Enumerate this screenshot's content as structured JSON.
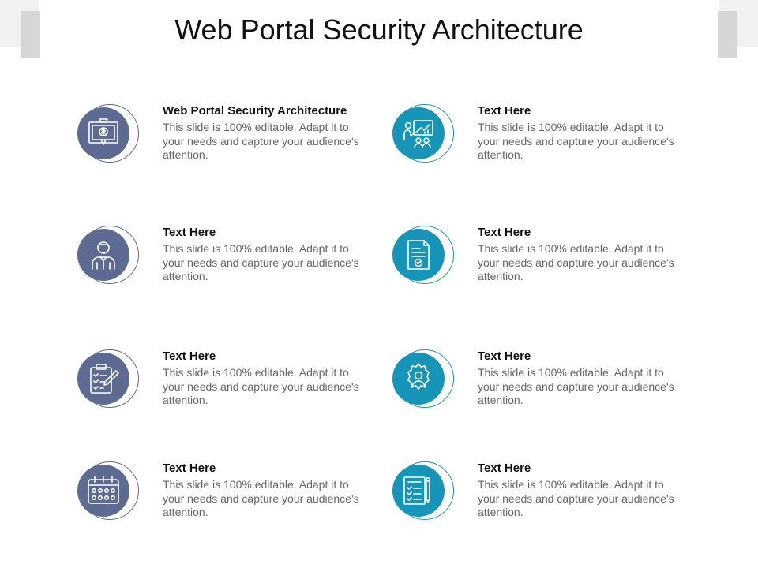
{
  "slide": {
    "title": "Web Portal Security Architecture"
  },
  "items": [
    {
      "title": "Web Portal Security Architecture",
      "body": "This slide is 100% editable. Adapt it to your needs and capture your audience's attention.",
      "icon": "money-certificate-icon"
    },
    {
      "title": "Text Here",
      "body": "This slide is 100% editable. Adapt it to your needs and capture your audience's attention.",
      "icon": "presentation-meeting-icon"
    },
    {
      "title": "Text Here",
      "body": "This slide is 100% editable. Adapt it to your needs and capture your audience's attention.",
      "icon": "businessman-icon"
    },
    {
      "title": "Text Here",
      "body": "This slide is 100% editable. Adapt it to your needs and capture your audience's attention.",
      "icon": "certificate-document-icon"
    },
    {
      "title": "Text Here",
      "body": "This slide is 100% editable. Adapt it to your needs and capture your audience's attention.",
      "icon": "clipboard-checklist-icon"
    },
    {
      "title": "Text Here",
      "body": "This slide is 100% editable. Adapt it to your needs and capture your audience's attention.",
      "icon": "gear-person-icon"
    },
    {
      "title": "Text Here",
      "body": "This slide is 100% editable. Adapt it to your needs and capture your audience's attention.",
      "icon": "calendar-icon"
    },
    {
      "title": "Text Here",
      "body": "This slide is 100% editable. Adapt it to your needs and capture your audience's attention.",
      "icon": "checklist-pen-icon"
    }
  ],
  "colors": {
    "left_accent": "#5d6b93",
    "right_accent": "#1695b9",
    "title_text": "#111111",
    "body_text": "#666666"
  }
}
